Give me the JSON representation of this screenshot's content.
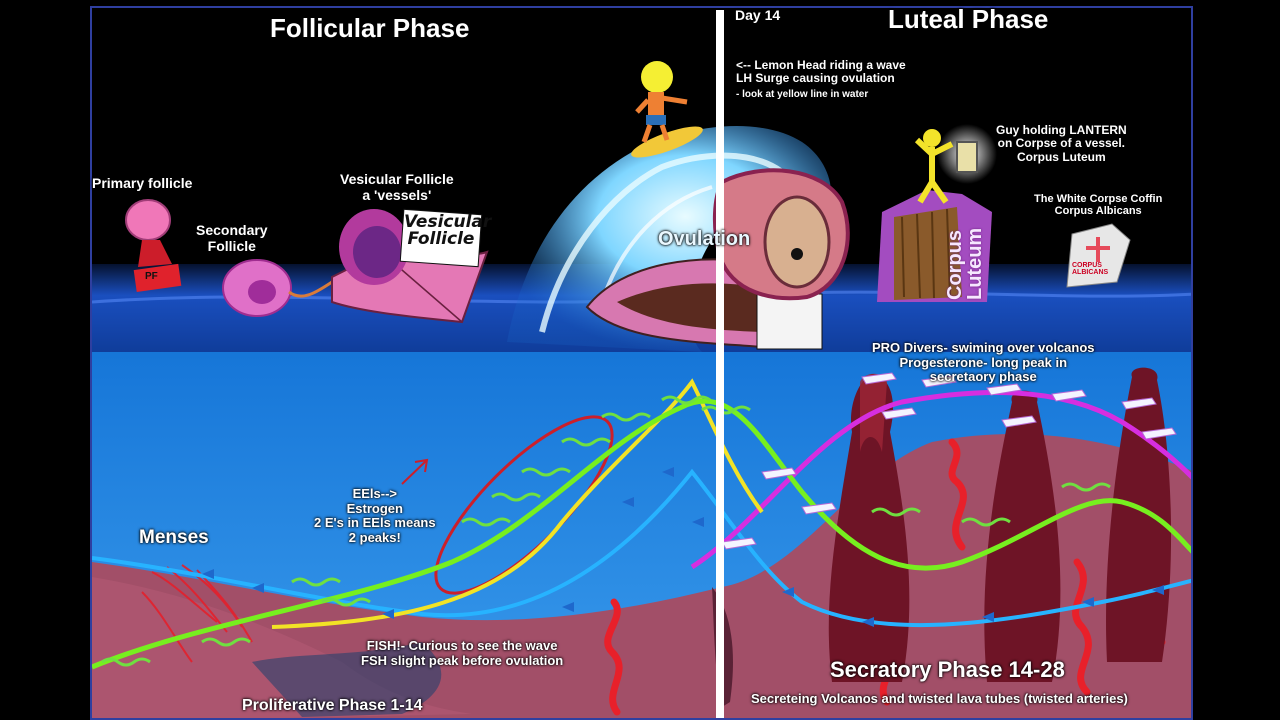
{
  "header": {
    "follicular_title": "Follicular Phase",
    "luteal_title": "Luteal Phase",
    "day_marker": "Day 14"
  },
  "annotations": {
    "primary_follicle": "Primary follicle",
    "secondary_follicle": "Secondary\nFollicle",
    "vesicular_follicle": "Vesicular Follicle\na 'vessels'",
    "vesicular_sign": "Vesicular\nFollicle",
    "primary_tag": "PF",
    "ovulation": "Ovulation",
    "lemon_head": "<-- Lemon Head riding a wave\nLH Surge causing ovulation",
    "lemon_head_note": "- look at yellow line in water",
    "lantern_guy": "Guy holding LANTERN\non Corpse of a vessel.\nCorpus Luteum",
    "corpus_luteum_coffin": "Corpus\nLuteum",
    "white_coffin": "The White Corpse Coffin\nCorpus Albicans",
    "albicans_tag": "CORPUS\nALBICANS",
    "pro_divers": "PRO Divers- swiming over volcanos\nProgesterone- long peak in\nsecretaory phase",
    "eels": "EEls-->\nEstrogen\n2 E's in EEls means\n2 peaks!",
    "menses": "Menses",
    "fish": "FISH!- Curious to see the wave\nFSH slight peak before ovulation",
    "proliferative": "Proliferative Phase 1-14",
    "secretory": "Secratory Phase 14-28",
    "secretory_note": "Secreteing Volcanos and twisted lava tubes (twisted arteries)"
  },
  "colors": {
    "night_sky": "#000000",
    "ocean_surface": "#1d4fb8",
    "deep_water": "#1e88e0",
    "endometrium": "#a4506a",
    "lh_line": "#f2e326",
    "estrogen_line": "#7cf020",
    "fsh_line": "#2ab6ff",
    "progesterone_line": "#d62ee0",
    "eel_circle": "#cc1f2a",
    "panel_border": "#2f3fa0"
  },
  "icons": [
    "lemon-head-surfer-icon",
    "wave-icon",
    "follicle-icon",
    "ship-icon",
    "coffin-icon",
    "lantern-icon",
    "volcano-icon",
    "diver-icon",
    "fish-icon",
    "eel-icon",
    "arrow-icon"
  ]
}
